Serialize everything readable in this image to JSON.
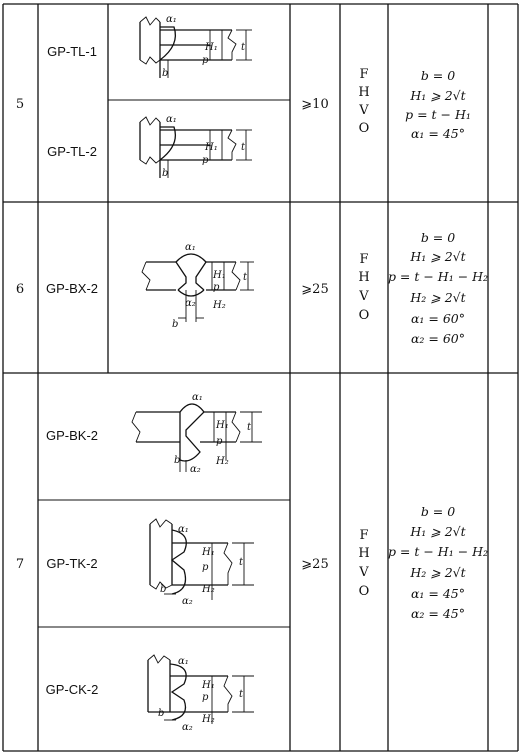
{
  "groups": [
    {
      "no": "5",
      "codes": [
        "GP-TL-1",
        "GP-TL-2"
      ],
      "thickness": "⩾10",
      "positions": [
        "F",
        "H",
        "V",
        "O"
      ],
      "conditions": [
        "b = 0",
        "H₁ ⩾ 2√t",
        "p = t − H₁",
        "α₁ = 45°"
      ]
    },
    {
      "no": "6",
      "codes": [
        "GP-BX-2"
      ],
      "thickness": "⩾25",
      "positions": [
        "F",
        "H",
        "V",
        "O"
      ],
      "conditions": [
        "b = 0",
        "H₁ ⩾ 2√t",
        "p = t − H₁ − H₂",
        "H₂ ⩾ 2√t",
        "α₁ = 60°",
        "α₂ = 60°"
      ]
    },
    {
      "no": "7",
      "codes": [
        "GP-BK-2",
        "GP-TK-2",
        "GP-CK-2"
      ],
      "thickness": "⩾25",
      "positions": [
        "F",
        "H",
        "V",
        "O"
      ],
      "conditions": [
        "b = 0",
        "H₁ ⩾ 2√t",
        "p = t − H₁ − H₂",
        "H₂ ⩾ 2√t",
        "α₁ = 45°",
        "α₂ = 45°"
      ]
    }
  ],
  "labels": {
    "a1": "α₁",
    "a2": "α₂",
    "b": "b",
    "p": "p",
    "H1": "H₁",
    "H2": "H₂",
    "t": "t"
  }
}
